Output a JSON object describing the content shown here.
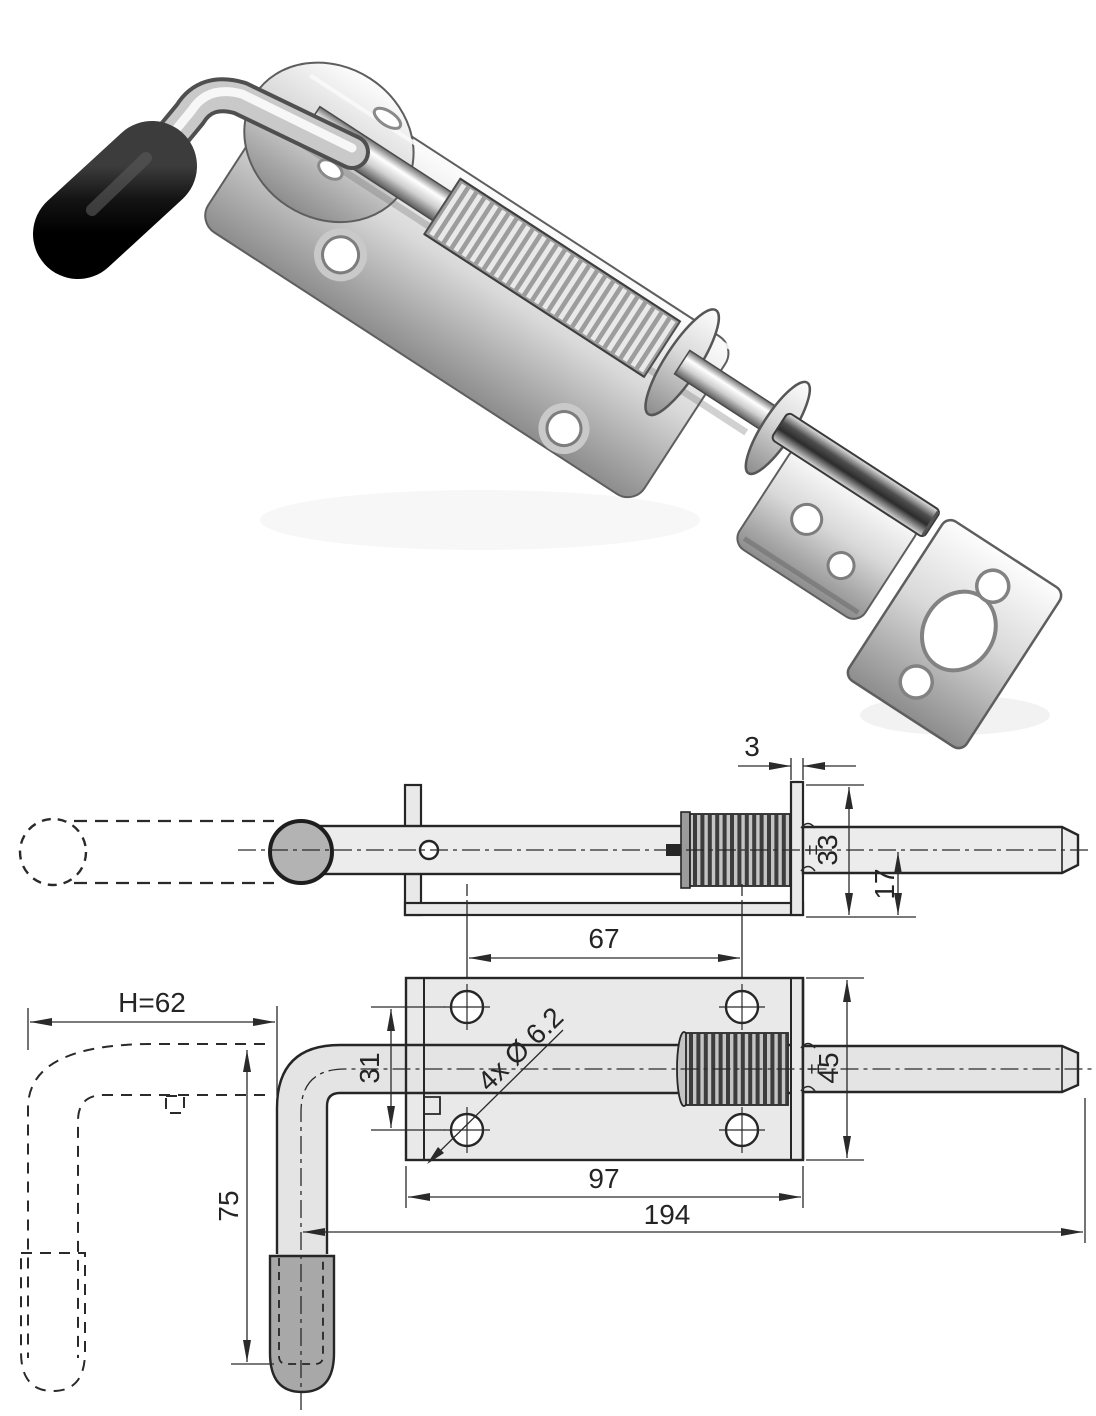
{
  "drawing": {
    "side_view": {
      "wall_thickness": "3",
      "bracket_height": "33",
      "bolt_offset": "17"
    },
    "plan_view": {
      "hole_span": "67",
      "hole_pitch": "31",
      "holes_note": "4x Ø 6.2",
      "plate_width": "45",
      "plate_length": "97",
      "overall_length": "194",
      "handle_reach": "H=62",
      "handle_drop": "75"
    },
    "marks": {
      "tolerance": "±"
    }
  },
  "colors": {
    "line": "#262626",
    "fill_light": "#e9e9e9",
    "fill_mid": "#b3b3b3",
    "handle_cap_photo": "#1a1a1a",
    "handle_cap_drawing": "#a8a8a8",
    "chrome_light": "#f6f6f6",
    "chrome_dark": "#8a8a8a",
    "background": "#ffffff"
  }
}
